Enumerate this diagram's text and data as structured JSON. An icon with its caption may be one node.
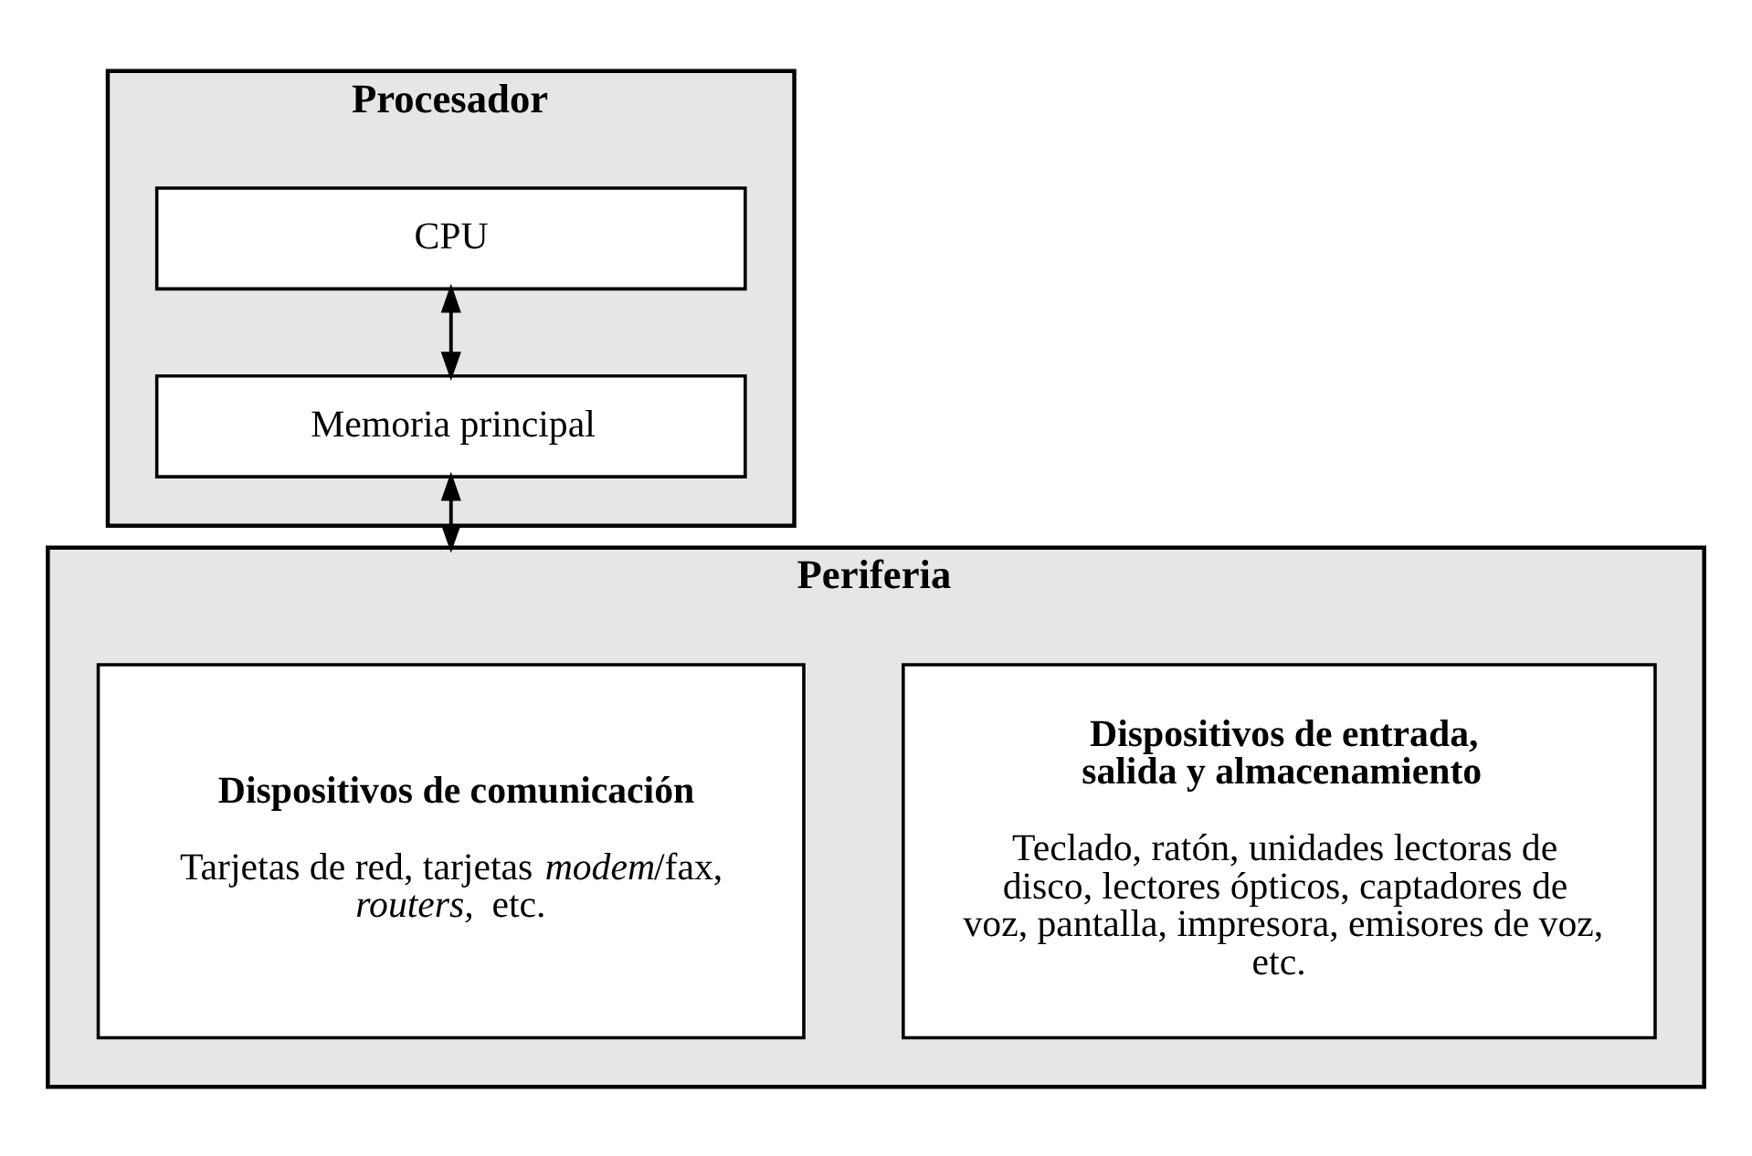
{
  "diagram": {
    "nodes": [
      {
        "text": [
          "Procesador"
        ]
      },
      {
        "text": [
          "CPU"
        ],
        "in": 0
      },
      {
        "text": [
          "Memoria principal"
        ],
        "in": 0
      },
      {
        "text": [
          "Periferia"
        ]
      },
      {
        "text": [
          "Dispositivos de comunicación",
          "Tarjetas de red, tarjetas *modem*/fax, *routers,* etc."
        ],
        "in": 3
      },
      {
        "text": [
          "Dispositivos de entrada, salida y almacenamiento",
          "Teclado, ratón, unidades lectoras de disco, lectores ópticos, captadores de voz, pantalla, impresora, emisores de voz, etc."
        ],
        "in": 3
      }
    ],
    "edges": [
      {
        "from": 1,
        "to": 2,
        "arrow": "both"
      },
      {
        "from": 2,
        "to": 3,
        "arrow": "both"
      }
    ]
  }
}
